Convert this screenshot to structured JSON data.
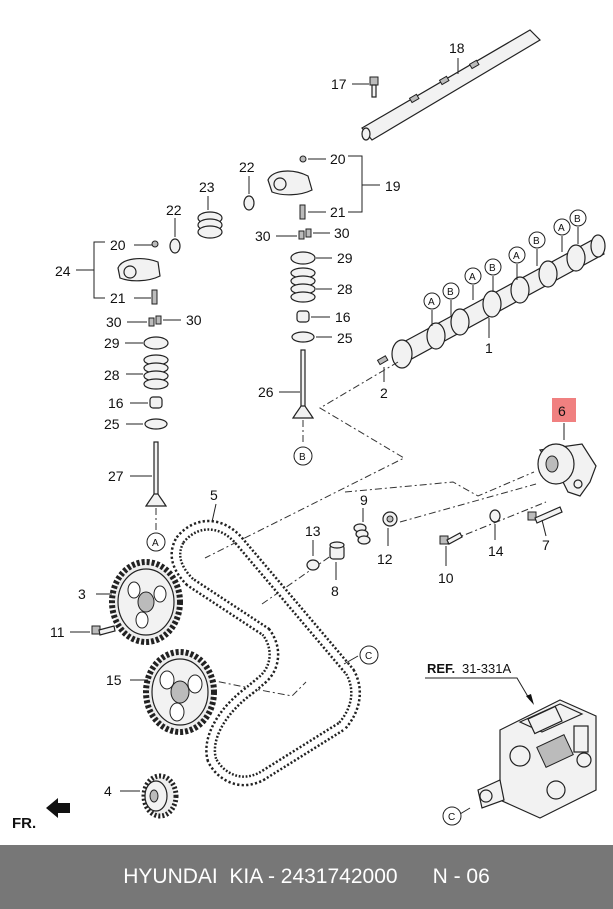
{
  "labels": {
    "p1": "1",
    "p2": "2",
    "p3": "3",
    "p4": "4",
    "p5": "5",
    "p6": "6",
    "p7": "7",
    "p8": "8",
    "p9": "9",
    "p10": "10",
    "p11": "11",
    "p12": "12",
    "p13": "13",
    "p14": "14",
    "p15": "15",
    "p16a": "16",
    "p16b": "16",
    "p17": "17",
    "p18": "18",
    "p19": "19",
    "p20a": "20",
    "p20b": "20",
    "p21a": "21",
    "p21b": "21",
    "p22a": "22",
    "p22b": "22",
    "p23": "23",
    "p24": "24",
    "p25a": "25",
    "p25b": "25",
    "p26": "26",
    "p27": "27",
    "p28a": "28",
    "p28b": "28",
    "p29a": "29",
    "p29b": "29",
    "p30a": "30",
    "p30b": "30",
    "p30c": "30",
    "p30d": "30"
  },
  "markers": {
    "a1": "A",
    "b1": "B",
    "a2": "A",
    "b2": "B",
    "a3": "A",
    "b3": "B",
    "a4": "A",
    "b4": "B",
    "b_valve": "B",
    "a_valve": "A",
    "c_belt": "C",
    "c_pump": "C"
  },
  "ref_label": "REF.",
  "ref_code": "31-331A",
  "fr_label": "FR.",
  "highlight_color": "#f08080",
  "footer": {
    "brand": "HYUNDAI  KIA - 2431742000",
    "page": "N - 06"
  }
}
